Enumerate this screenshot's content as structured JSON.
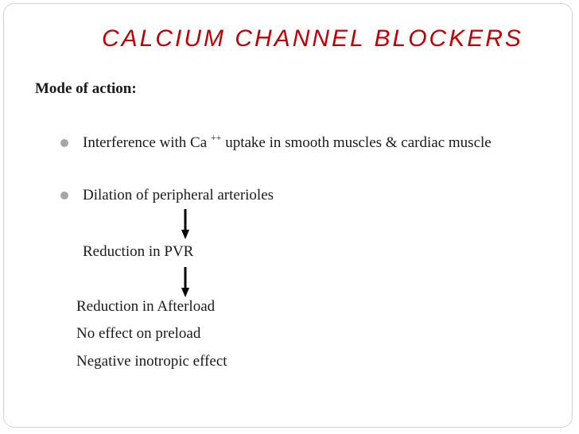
{
  "slide": {
    "title": "CALCIUM  CHANNEL  BLOCKERS",
    "subtitle": "Mode  of  action:",
    "bullets": [
      {
        "before": "Interference with Ca ",
        "sup": "++",
        "after": " uptake in smooth muscles & cardiac muscle"
      },
      {
        "text": "Dilation of  peripheral  arterioles"
      }
    ],
    "steps": {
      "pvr": "Reduction in PVR",
      "afterload": "Reduction in Afterload",
      "preload": "No effect on preload",
      "inotropic": "Negative inotropic effect"
    },
    "colors": {
      "title": "#c00000",
      "bullet": "#a6a6a6",
      "arrow": "#000000"
    },
    "icons": {
      "bullet": "circle-bullet-icon",
      "flow": "arrow-down-icon"
    }
  }
}
